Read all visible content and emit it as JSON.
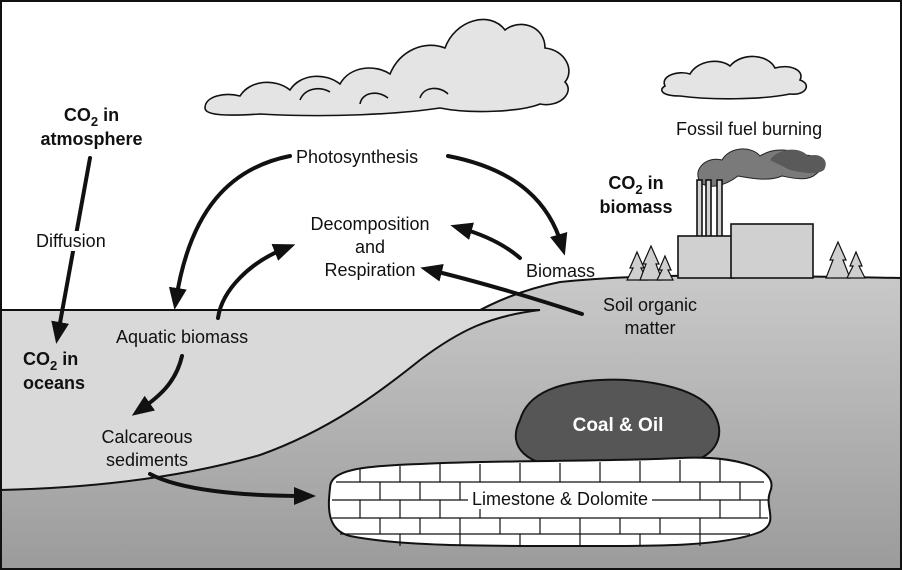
{
  "labels": {
    "co2_atmosphere": {
      "co2": "CO",
      "sub": "2",
      "suffix": " in",
      "line2": "atmosphere"
    },
    "diffusion": "Diffusion",
    "co2_oceans": {
      "co2": "CO",
      "sub": "2",
      "suffix": " in",
      "line2": "oceans"
    },
    "photosynthesis": "Photosynthesis",
    "decomposition": {
      "line1": "Decomposition",
      "line2": "and",
      "line3": "Respiration"
    },
    "biomass": "Biomass",
    "aquatic_biomass": "Aquatic biomass",
    "calcareous": {
      "line1": "Calcareous",
      "line2": "sediments"
    },
    "soil": {
      "line1": "Soil organic",
      "line2": "matter"
    },
    "fossil_fuel": "Fossil fuel burning",
    "co2_biomass": {
      "co2": "CO",
      "sub": "2",
      "suffix": " in",
      "line2": "biomass"
    },
    "coal_oil": "Coal & Oil",
    "limestone": "Limestone & Dolomite"
  },
  "colors": {
    "sky": "#ffffff",
    "ocean": "#d6d6d6",
    "land": "#bdbdbd",
    "deep": "#a8a8a8",
    "coal": "#555555",
    "stroke": "#111111",
    "cloud": "#e2e2e2",
    "smoke": "#7a7a7a"
  }
}
